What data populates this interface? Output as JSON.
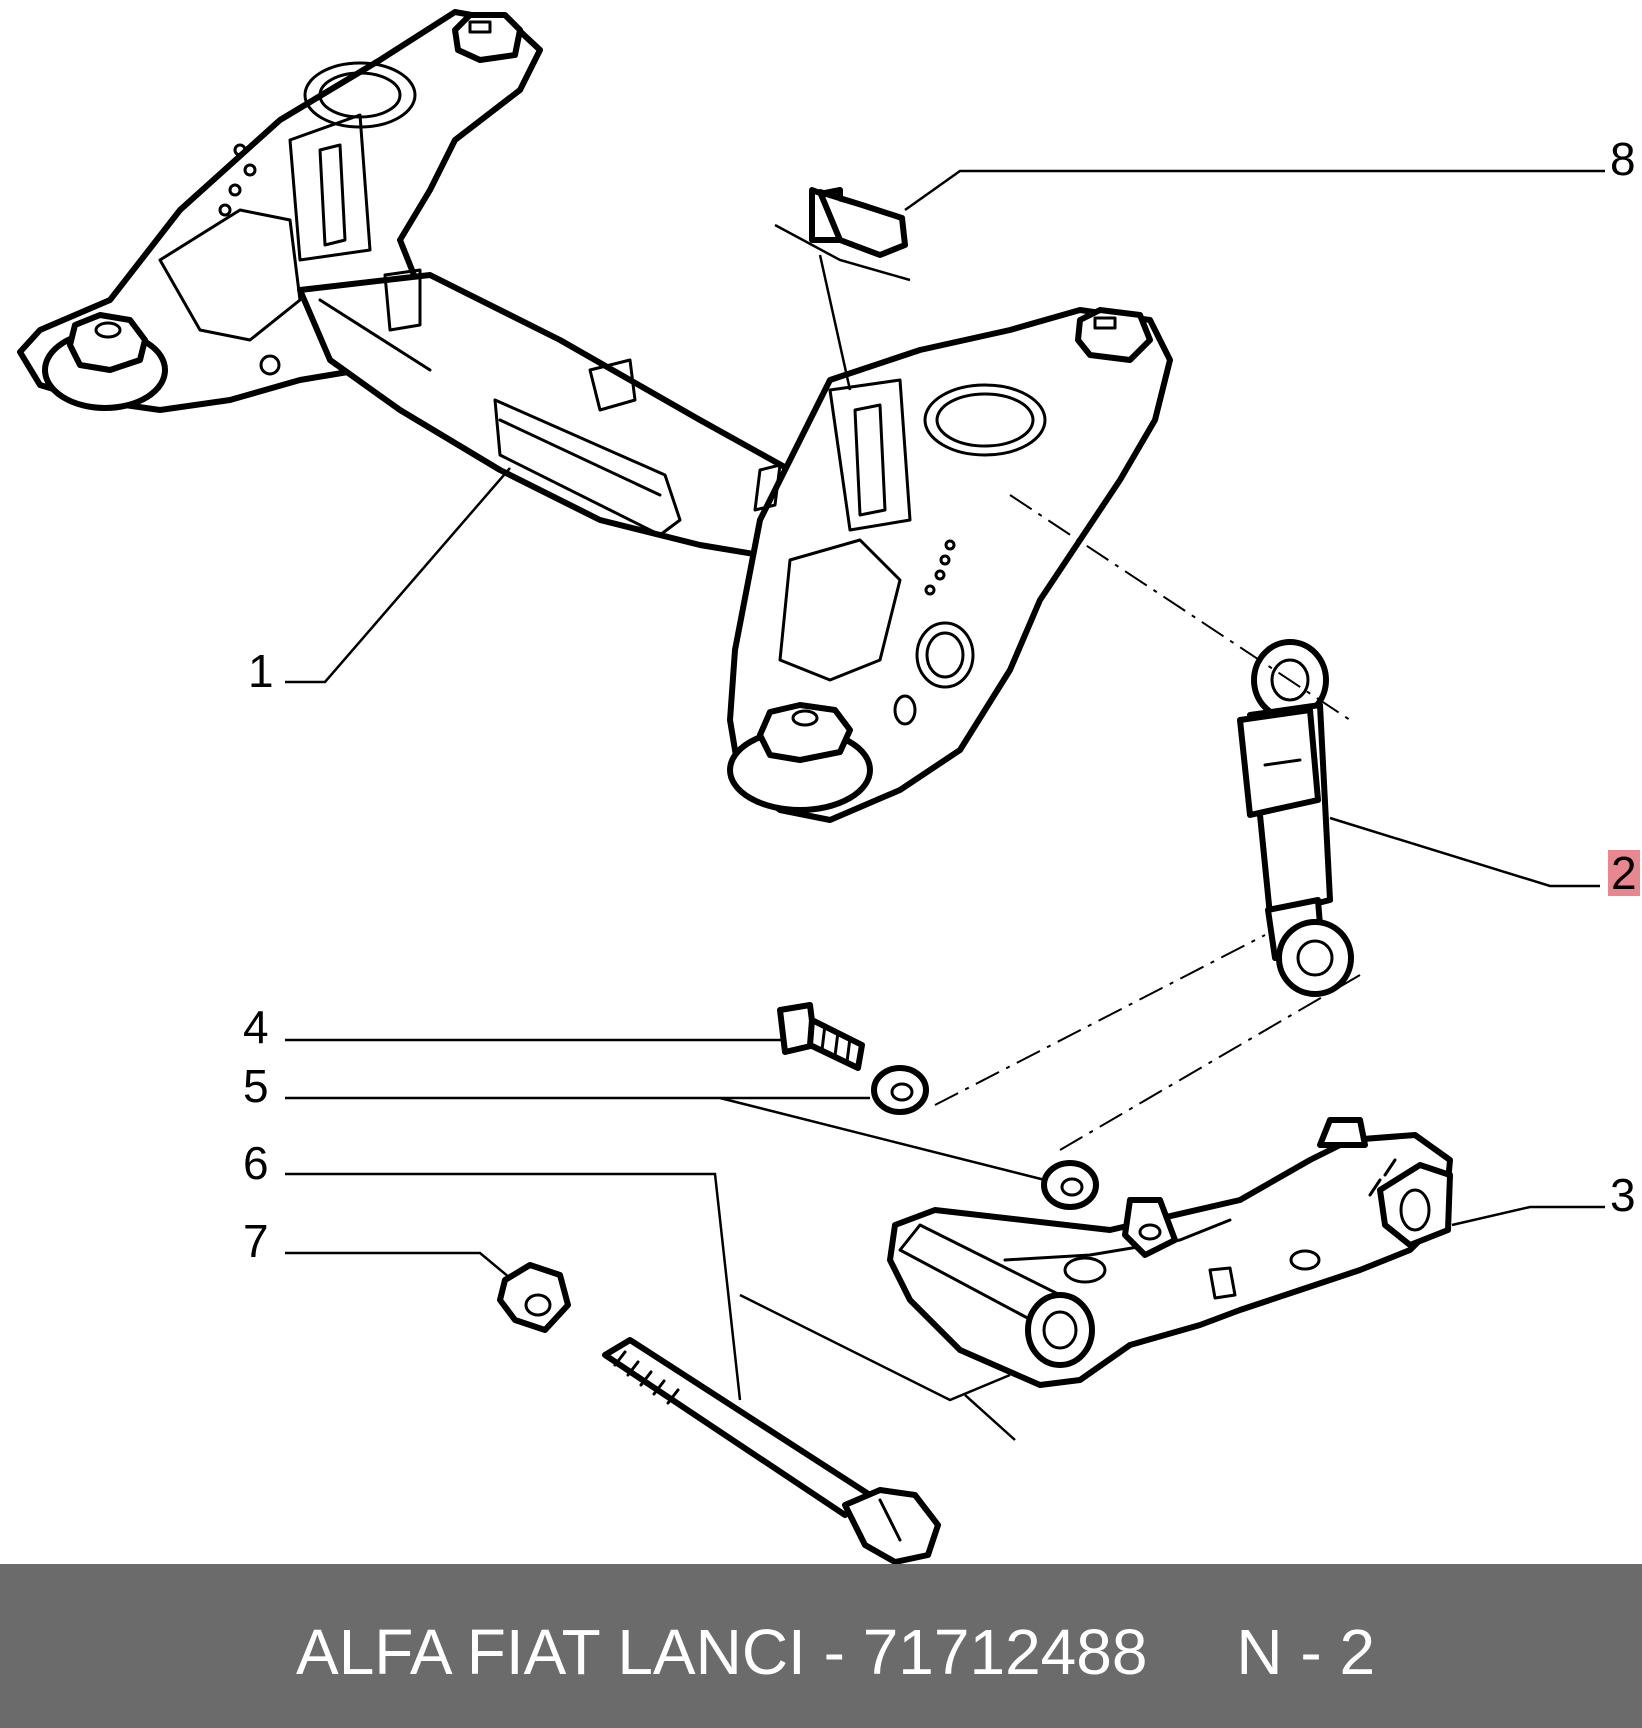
{
  "diagram": {
    "callouts": [
      {
        "id": "1",
        "label": "1",
        "highlighted": false
      },
      {
        "id": "2",
        "label": "2",
        "highlighted": true
      },
      {
        "id": "3",
        "label": "3",
        "highlighted": false
      },
      {
        "id": "4",
        "label": "4",
        "highlighted": false
      },
      {
        "id": "5",
        "label": "5",
        "highlighted": false
      },
      {
        "id": "6",
        "label": "6",
        "highlighted": false
      },
      {
        "id": "7",
        "label": "7",
        "highlighted": false
      },
      {
        "id": "8",
        "label": "8",
        "highlighted": false
      }
    ],
    "highlight_color": "#e8878f",
    "line_color": "#000000"
  },
  "footer": {
    "text": "ALFA FIAT LANCI - 71712488     N - 2",
    "background": "#6b6b6b",
    "text_color": "#ffffff"
  }
}
